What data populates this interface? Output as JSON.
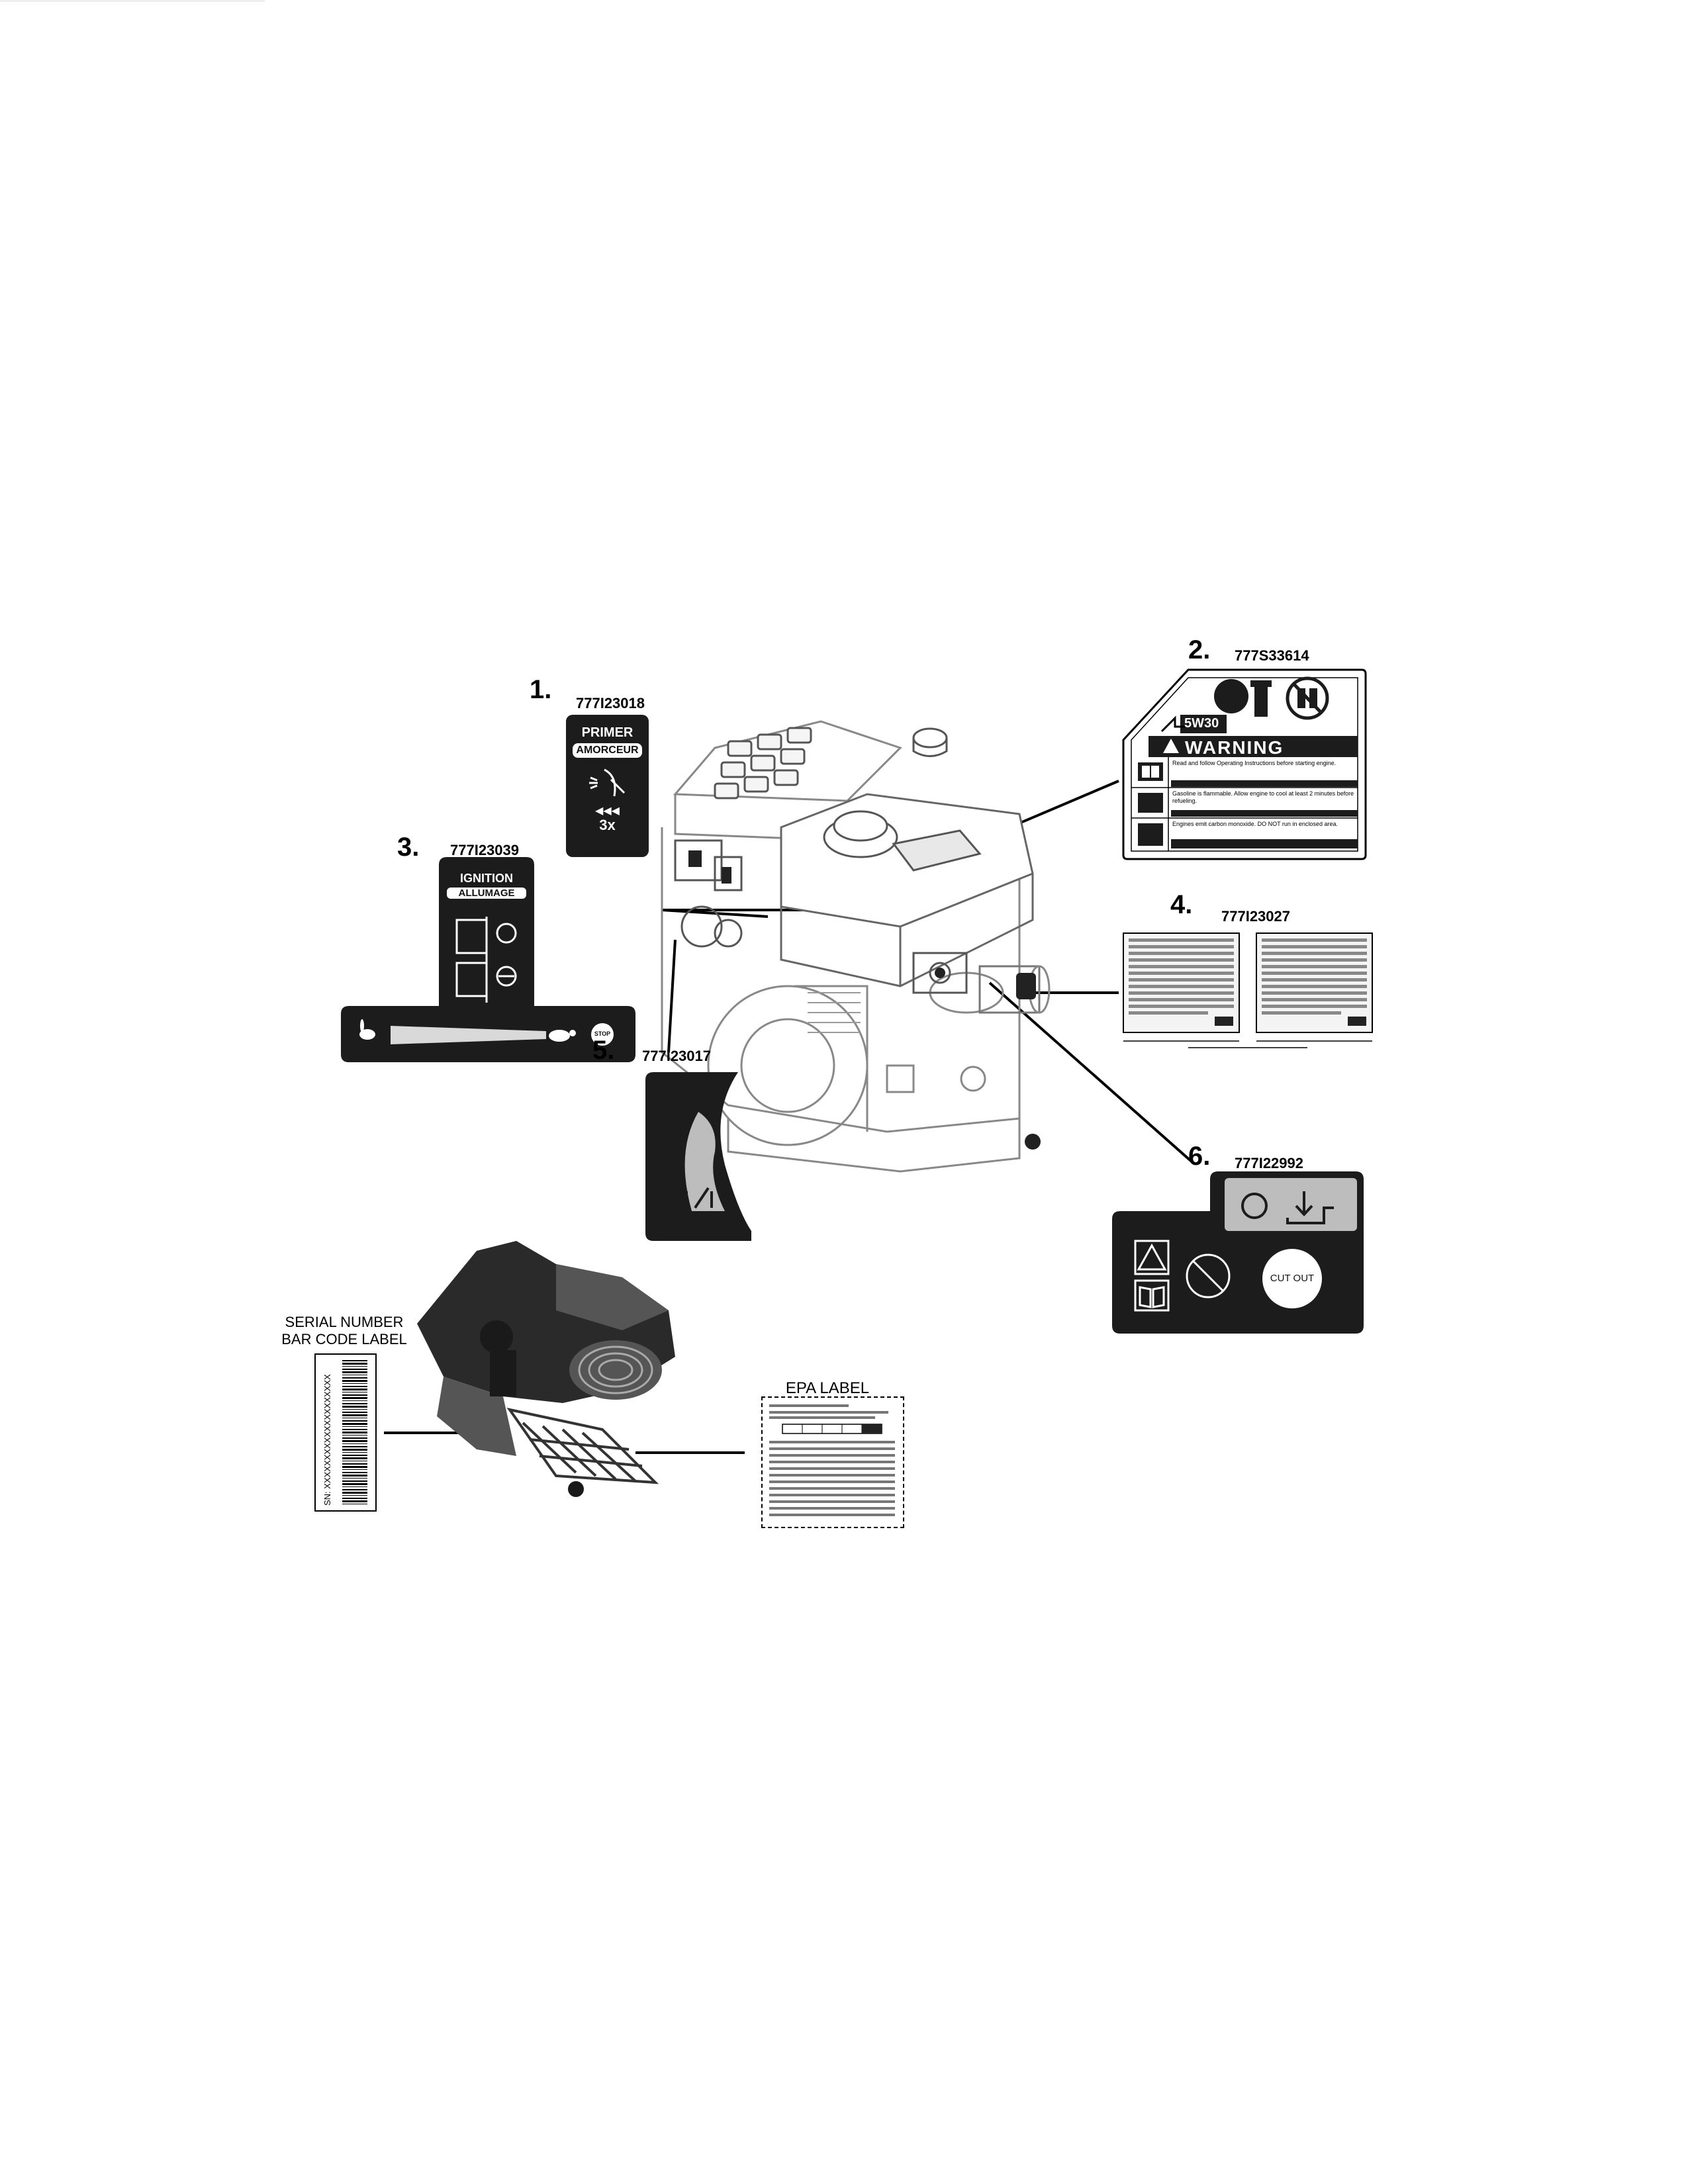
{
  "callouts": [
    {
      "num": "1.",
      "part": "777I23018"
    },
    {
      "num": "2.",
      "part": "777S33614"
    },
    {
      "num": "3.",
      "part": "777I23039"
    },
    {
      "num": "4.",
      "part": "777I23027"
    },
    {
      "num": "5.",
      "part": "777I23017"
    },
    {
      "num": "6.",
      "part": "777I22992"
    }
  ],
  "primer_decal": {
    "title": "PRIMER",
    "subtitle": "AMORCEUR",
    "count": "3x"
  },
  "ignition_decal": {
    "title": "IGNITION",
    "subtitle": "ALLUMAGE",
    "stop": "STOP"
  },
  "warning_decal": {
    "oil": "5W30",
    "header": "WARNING",
    "rows": [
      "Read and follow Operating Instructions before starting engine.",
      "Gasoline is flammable. Allow engine to cool at least 2 minutes before refueling.",
      "Engines emit carbon monoxide. DO NOT run in enclosed area."
    ]
  },
  "choke_decal": {
    "cutout": "CUT OUT"
  },
  "labels": {
    "serial": "SERIAL NUMBER\nBAR CODE LABEL",
    "serial_text": "SN: XXXXXXXXXXXXXXXXXXXX",
    "epa": "EPA LABEL"
  },
  "colors": {
    "decal": "#1c1c1c",
    "decal_text": "#ffffff",
    "line": "#000000"
  }
}
